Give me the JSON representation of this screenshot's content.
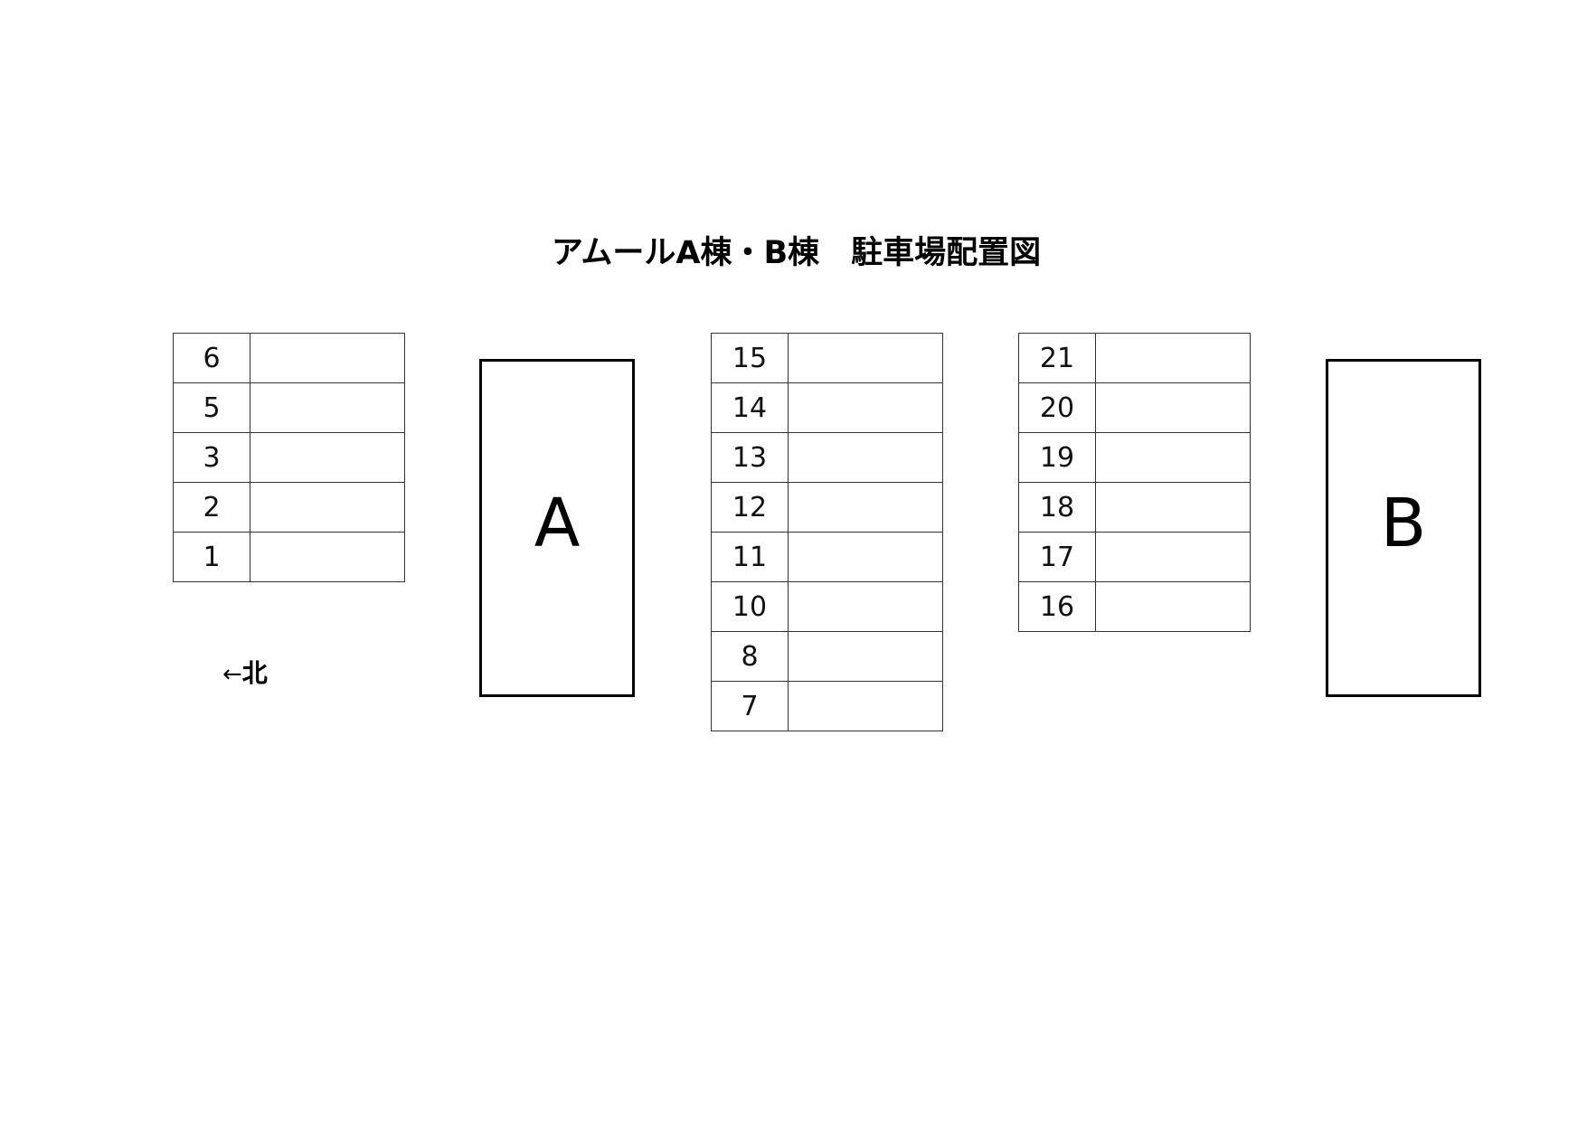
{
  "title": "アムールA棟・B棟　駐車場配置図",
  "north_indicator": {
    "arrow": "←",
    "label": "北"
  },
  "buildings": {
    "a": {
      "label": "A"
    },
    "b": {
      "label": "B"
    }
  },
  "parking_tables": {
    "left": {
      "rows": [
        {
          "number": "6",
          "occupant": ""
        },
        {
          "number": "5",
          "occupant": ""
        },
        {
          "number": "3",
          "occupant": ""
        },
        {
          "number": "2",
          "occupant": ""
        },
        {
          "number": "1",
          "occupant": ""
        }
      ]
    },
    "middle": {
      "rows": [
        {
          "number": "15",
          "occupant": ""
        },
        {
          "number": "14",
          "occupant": ""
        },
        {
          "number": "13",
          "occupant": ""
        },
        {
          "number": "12",
          "occupant": ""
        },
        {
          "number": "11",
          "occupant": ""
        },
        {
          "number": "10",
          "occupant": ""
        },
        {
          "number": "8",
          "occupant": ""
        },
        {
          "number": "7",
          "occupant": ""
        }
      ]
    },
    "right": {
      "rows": [
        {
          "number": "21",
          "occupant": ""
        },
        {
          "number": "20",
          "occupant": ""
        },
        {
          "number": "19",
          "occupant": ""
        },
        {
          "number": "18",
          "occupant": ""
        },
        {
          "number": "17",
          "occupant": ""
        },
        {
          "number": "16",
          "occupant": ""
        }
      ]
    }
  }
}
